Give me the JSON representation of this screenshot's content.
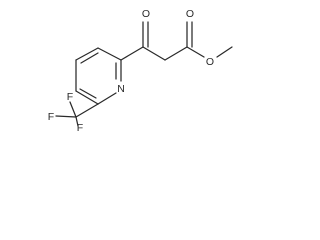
{
  "molecule": {
    "atom_labels": {
      "ketone_oxygen": "O",
      "ester_carbonyl_oxygen": "O",
      "ester_ether_oxygen": "O",
      "ring_nitrogen": "N",
      "fluorine_top": "F",
      "fluorine_left": "F",
      "fluorine_bottom": "F"
    }
  }
}
